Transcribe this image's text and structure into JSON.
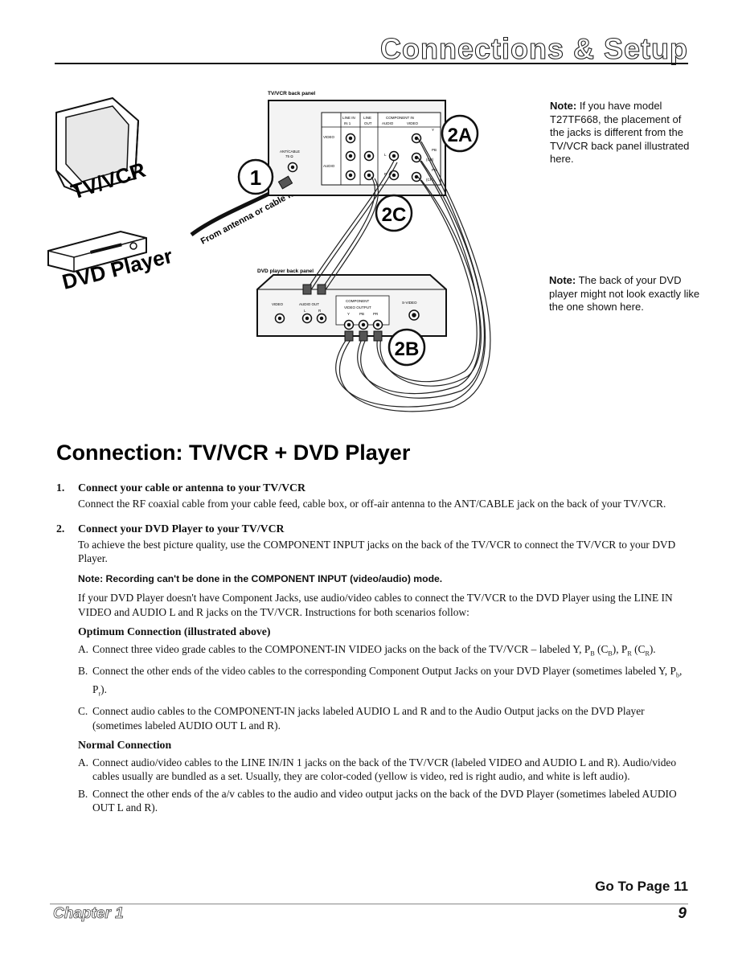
{
  "header": {
    "title": "Connections & Setup"
  },
  "diagram": {
    "tvvcr_panel_label": "TV/VCR back panel",
    "dvd_panel_label": "DVD player back panel",
    "tvvcr_label": "TV/VCR",
    "dvd_label": "DVD Player",
    "antenna_label": "From antenna or cable feed",
    "callouts": {
      "c1": "1",
      "c2a": "2A",
      "c2b": "2B",
      "c2c": "2C"
    },
    "tv_jacks": {
      "line_in": "LINE IN",
      "line_in_sub": "IN 1",
      "line": "LINE",
      "line_sub": "OUT",
      "component": "COMPONENT IN",
      "audio": "AUDIO",
      "video": "VIDEO",
      "video_row": "VIDEO",
      "audio_row": "AUDIO",
      "ant_cable": "ANT/CABLE",
      "ant_sub": "75 Ω",
      "y": "Y",
      "pb": "PB",
      "pr": "PR",
      "cb": "(CB)",
      "cr": "(CR)",
      "l": "L",
      "r": "R"
    },
    "dvd_jacks": {
      "video": "VIDEO",
      "audio_out": "AUDIO OUT",
      "l": "L",
      "r": "R",
      "component": "COMPONENT",
      "video_output": "VIDEO OUTPUT",
      "y": "Y",
      "pb": "PB",
      "pr": "PR",
      "s_video": "S-VIDEO"
    }
  },
  "notes": {
    "note1_label": "Note:",
    "note1_text": " If you have model T27TF668, the placement of the jacks is different from the TV/VCR back panel illustrated here.",
    "note2_label": "Note:",
    "note2_text": " The back of your DVD player might not look exactly like the one shown here."
  },
  "section_title": "Connection: TV/VCR + DVD Player",
  "step1": {
    "num": "1.",
    "heading": "Connect your cable or antenna to your TV/VCR",
    "text": "Connect the RF coaxial cable from your cable feed, cable box, or off-air antenna to the ANT/CABLE jack on the back of your TV/VCR."
  },
  "step2": {
    "num": "2.",
    "heading": "Connect your DVD Player to your TV/VCR",
    "text": "To achieve the best picture quality, use the COMPONENT INPUT jacks on the back of the TV/VCR to connect the TV/VCR to your DVD Player.",
    "note": "Note: Recording can't be done in the COMPONENT INPUT (video/audio) mode.",
    "alt_text": "If your DVD Player doesn't have Component Jacks, use audio/video cables to connect the TV/VCR to the DVD Player using the LINE IN VIDEO and AUDIO L and R jacks on the TV/VCR. Instructions for both scenarios follow:"
  },
  "optimum": {
    "heading": "Optimum Connection (illustrated above)",
    "a_letter": "A.",
    "a_text": "Connect three video grade cables to the COMPONENT-IN VIDEO jacks on the back of the TV/VCR – labeled Y, ",
    "a_pb": "P",
    "a_pb_sub": "B",
    "a_cb": " (C",
    "a_cb_sub": "B",
    "a_mid": "), P",
    "a_pr_sub": "R",
    "a_cr": " (C",
    "a_cr_sub": "R",
    "a_end": ").",
    "b_letter": "B.",
    "b_text": "Connect the other ends of the video cables to the corresponding Component Output Jacks on your DVD Player (sometimes labeled Y, P",
    "b_sub1": "b",
    "b_mid": ", P",
    "b_sub2": "r",
    "b_end": ").",
    "c_letter": "C.",
    "c_text": "Connect audio cables to the COMPONENT-IN jacks labeled AUDIO L and R and to the Audio Output jacks on the DVD Player (sometimes labeled AUDIO OUT L and R)."
  },
  "normal": {
    "heading": "Normal Connection",
    "a_letter": "A.",
    "a_text": "Connect audio/video cables to the LINE IN/IN 1 jacks on the back of the TV/VCR (labeled VIDEO and AUDIO L and R). Audio/video cables usually are bundled as a set. Usually, they are color-coded (yellow is video, red is right audio, and white is left audio).",
    "b_letter": "B.",
    "b_text": "Connect the other ends of the a/v cables to the audio and video output jacks on the back of the DVD Player (sometimes labeled AUDIO OUT L and R)."
  },
  "goto": "Go To Page 11",
  "footer": {
    "chapter": "Chapter 1",
    "page": "9"
  }
}
